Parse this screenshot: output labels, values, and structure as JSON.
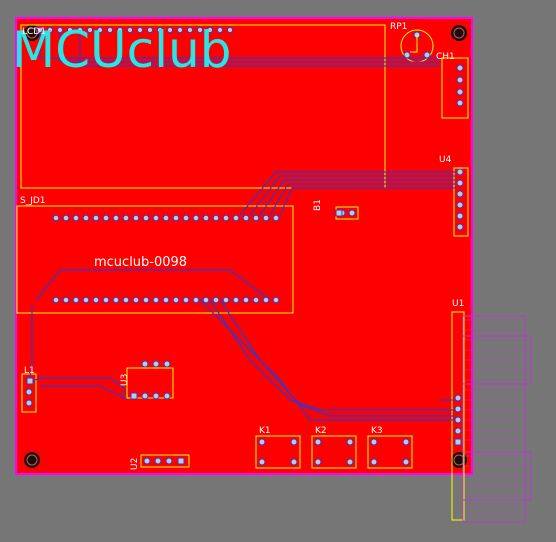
{
  "board": {
    "brand_text": "MCUclub",
    "silk_label": "mcuclub-0098",
    "colors": {
      "background": "#767676",
      "board": "#ff0000",
      "board_outline": "#ff00ff",
      "silkscreen": "#ffff00",
      "copper_trace": "#2a3ad8",
      "pad": "#c8c8c8",
      "brand": "#28e6e6",
      "keepout": "#b43cc8"
    }
  },
  "components": {
    "lcd1": "LCD1",
    "rp1": "RP1",
    "ch1": "CH1",
    "u4": "U4",
    "sjd1": "S_JD1",
    "b1": "B1",
    "u1": "U1",
    "l1": "L1",
    "u3": "U3",
    "u2": "U2",
    "k1": "K1",
    "k2": "K2",
    "k3": "K3"
  }
}
